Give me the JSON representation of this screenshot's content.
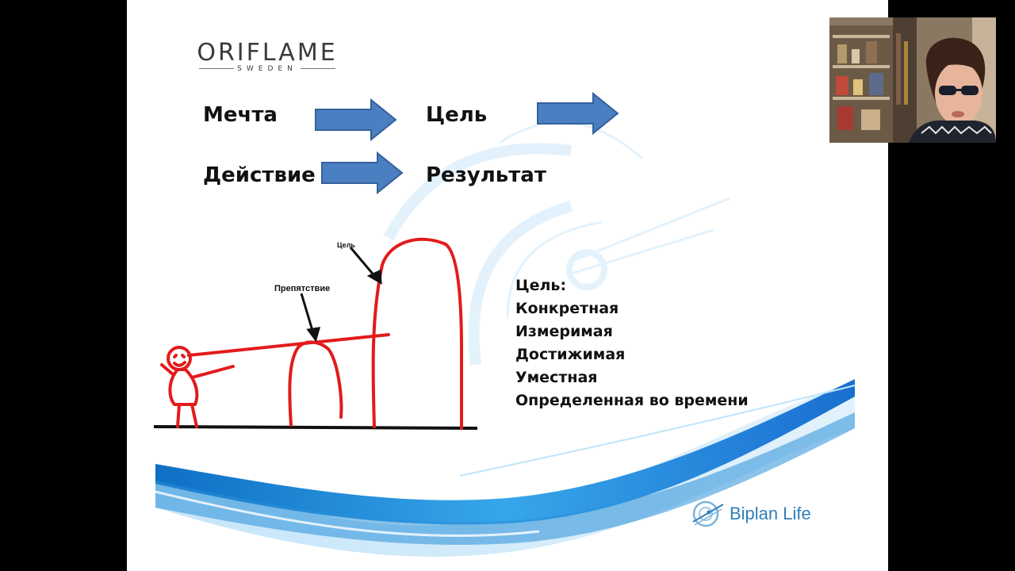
{
  "slide": {
    "logo": {
      "brand": "ORIFLAME",
      "subtitle": "SWEDEN"
    },
    "flow_row1": {
      "from": "Мечта",
      "to": "Цель"
    },
    "flow_row2": {
      "from": "Действие",
      "to": "Результат"
    },
    "sketch": {
      "label_goal": "Цель",
      "label_obstacle": "Препятствие"
    },
    "criteria": {
      "heading": "Цель:",
      "items": [
        "Конкретная",
        "Измеримая",
        "Достижимая",
        "Уместная",
        "Определенная во времени"
      ]
    },
    "footer_brand": "Biplan Life"
  },
  "icons": {
    "arrow": "right-arrow-icon",
    "footer_logo": "biplan-logo-icon"
  },
  "colors": {
    "arrow_fill": "#4a7fc1",
    "arrow_stroke": "#35619a",
    "sketch_red": "#e21b1b",
    "wave_blue": "#2a8fd8",
    "footer_text": "#2f7fb8"
  }
}
